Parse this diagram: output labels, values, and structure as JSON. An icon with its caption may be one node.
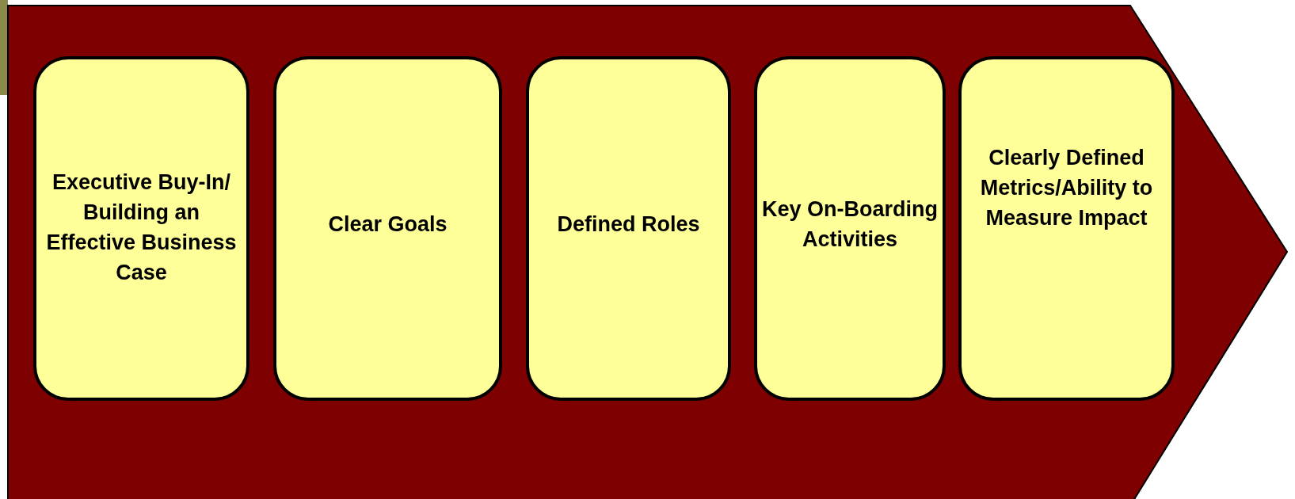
{
  "diagram": {
    "nodes": [
      {
        "text": [
          "Executive Buy-In/ Building an Effective Business Case"
        ]
      },
      {
        "text": [
          "Clear Goals"
        ]
      },
      {
        "text": [
          "Defined Roles"
        ]
      },
      {
        "text": [
          "Key On-Boarding Activities"
        ]
      },
      {
        "text": [
          "Clearly Defined Metrics/Ability to Measure Impact"
        ]
      }
    ]
  }
}
